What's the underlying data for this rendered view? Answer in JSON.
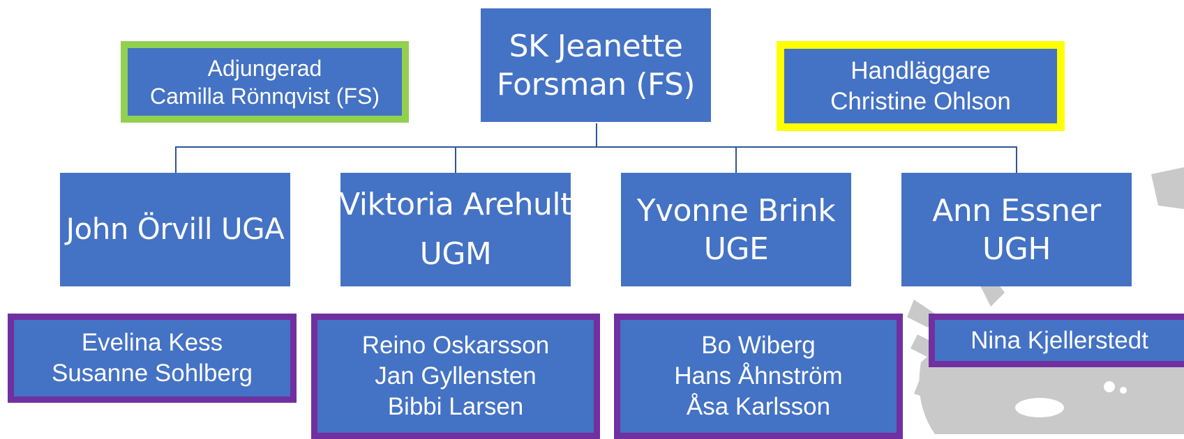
{
  "top": {
    "line1": "SK Jeanette",
    "line2": "Forsman (FS)"
  },
  "adjunct": {
    "line1": "Adjungerad",
    "line2": "Camilla Rönnqvist (FS)"
  },
  "handler": {
    "line1": "Handläggare",
    "line2": "Christine Ohlson"
  },
  "units": [
    {
      "line1": "John Örvill UGA",
      "line2": ""
    },
    {
      "line1": "Viktoria Arehult",
      "line2": "UGM"
    },
    {
      "line1": "Yvonne Brink",
      "line2": "UGE"
    },
    {
      "line1": "Ann Essner",
      "line2": "UGH"
    }
  ],
  "members": [
    [
      "Evelina Kess",
      "Susanne Sohlberg"
    ],
    [
      "Reino Oskarsson",
      "Jan Gyllensten",
      "Bibbi Larsen"
    ],
    [
      "Bo Wiberg",
      "Hans Åhnström",
      "Åsa Karlsson"
    ],
    [
      "Nina Kjellerstedt"
    ]
  ],
  "colors": {
    "box": "#4472c4",
    "connector": "#2f5597",
    "adjunct_frame": "#92d050",
    "handler_frame": "#ffff00",
    "member_frame": "#7030a0",
    "watermark": "#c8c8c8"
  }
}
